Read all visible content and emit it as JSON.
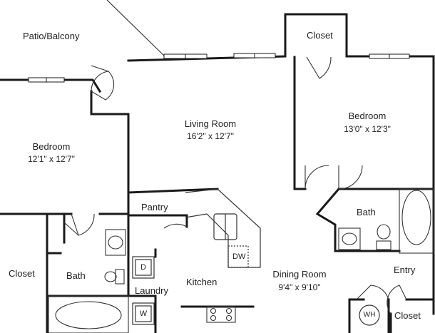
{
  "rooms": {
    "patio": {
      "label": "Patio/Balcony"
    },
    "closet_top": {
      "label": "Closet"
    },
    "living": {
      "label": "Living Room",
      "dims": "16'2\" x 12'7\""
    },
    "bedroom_right": {
      "label": "Bedroom",
      "dims": "13'0\" x 12'3\""
    },
    "bedroom_left": {
      "label": "Bedroom",
      "dims": "12'1\" x 12'7\""
    },
    "pantry": {
      "label": "Pantry"
    },
    "bath_right": {
      "label": "Bath"
    },
    "closet_left": {
      "label": "Closet"
    },
    "bath_left": {
      "label": "Bath"
    },
    "laundry": {
      "label": "Laundry"
    },
    "kitchen": {
      "label": "Kitchen"
    },
    "dining": {
      "label": "Dining Room",
      "dims": "9'4\" x 9'10\""
    },
    "entry": {
      "label": "Entry"
    },
    "closet_right": {
      "label": "Closet"
    }
  },
  "fixtures": {
    "dishwasher": "DW",
    "dryer": "D",
    "washer": "W",
    "water_heater": "WH"
  },
  "colors": {
    "wall": "#1a1a1a",
    "line": "#333333",
    "background": "#ffffff"
  }
}
